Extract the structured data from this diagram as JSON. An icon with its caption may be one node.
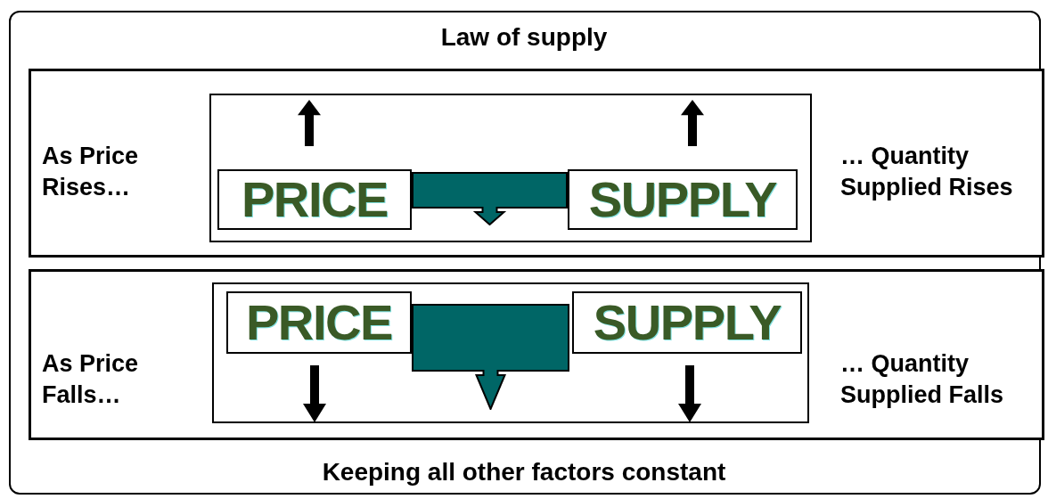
{
  "diagram": {
    "title": "Law of supply",
    "nodes": [
      {
        "text": [],
        "shape": "box"
      },
      {
        "text": [
          "As Price Rises…",
          "… Quantity Supplied Rises"
        ],
        "in": 0
      },
      {
        "text": [],
        "shape": "box",
        "in": 1
      },
      {
        "text": [
          "PRICE"
        ],
        "in": 2
      },
      {
        "text": [
          "SUPPLY"
        ],
        "in": 2
      },
      {
        "text": [
          "As Price Falls…",
          "… Quantity Supplied Falls"
        ],
        "in": 0
      },
      {
        "text": [],
        "shape": "box",
        "in": 5
      },
      {
        "text": [
          "PRICE"
        ],
        "in": 6
      },
      {
        "text": [
          "SUPPLY"
        ],
        "in": 6
      }
    ],
    "edges": [],
    "caption": "Keeping all other factors constant"
  }
}
